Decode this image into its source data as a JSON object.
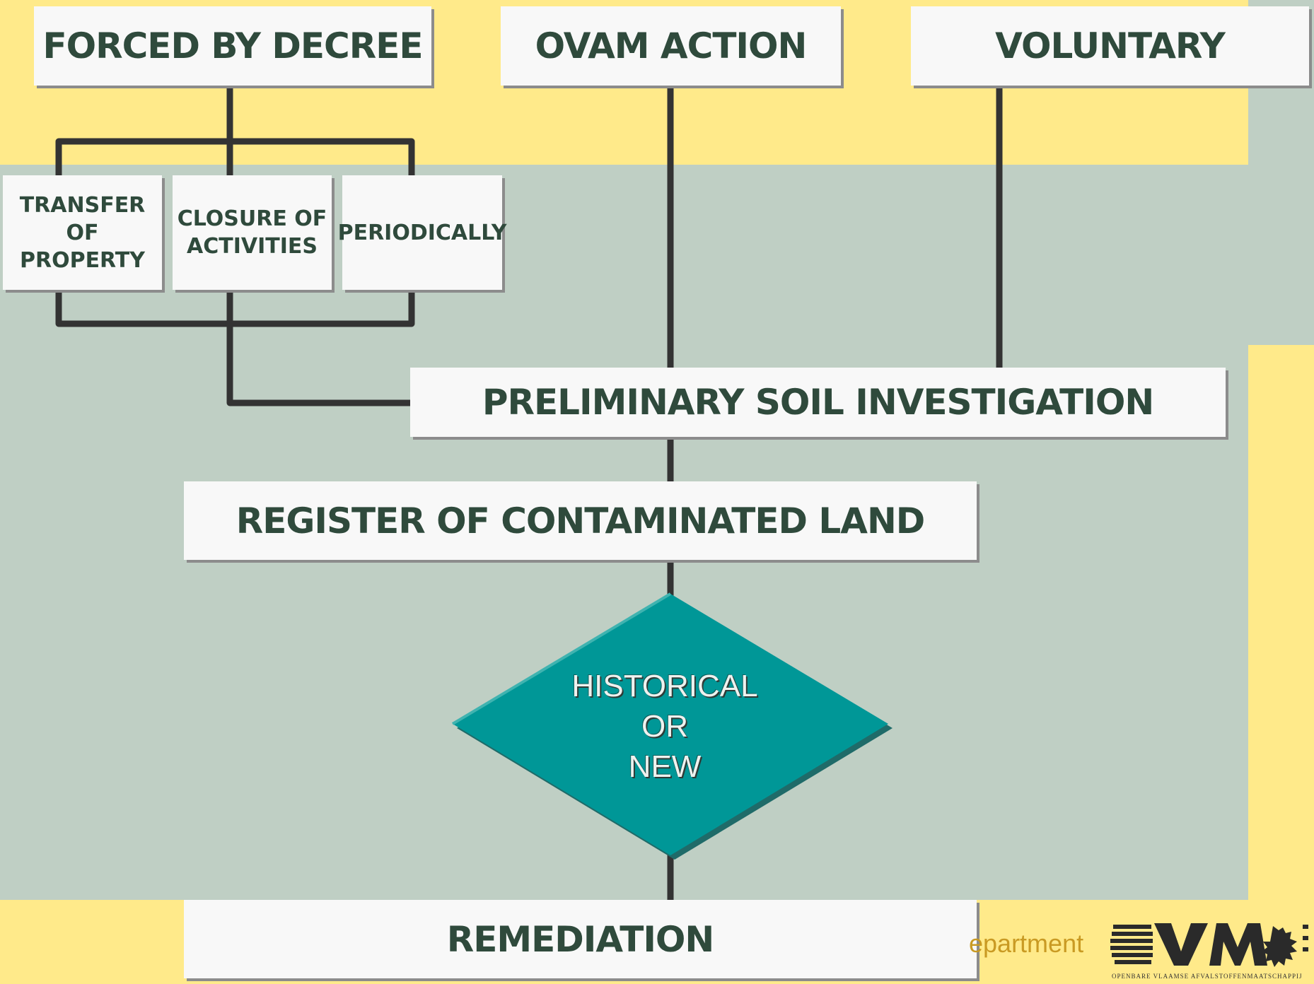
{
  "colors": {
    "background_yellow": "#ffea8a",
    "panel_green": "#bfcfc4",
    "box_fill": "#f8f8f8",
    "box_text": "#2f4a3c",
    "connector": "#333333",
    "diamond_fill": "#009797",
    "footer_text": "#c99a23"
  },
  "sources": {
    "forced_by_decree": "FORCED BY DECREE",
    "ovam_action": "OVAM ACTION",
    "voluntary": "VOLUNTARY"
  },
  "triggers": {
    "transfer_of_property": "TRANSFER OF\nPROPERTY",
    "closure_of_activities": "CLOSURE OF\nACTIVITIES",
    "periodically": "PERIODICALLY"
  },
  "steps": {
    "preliminary_soil_investigation": "PRELIMINARY SOIL INVESTIGATION",
    "register_of_contaminated_land": "REGISTER OF CONTAMINATED LAND",
    "decision": "HISTORICAL\nOR\nNEW",
    "remediation": "REMEDIATION"
  },
  "footer": {
    "department_fragment": "epartment",
    "logo_icon": "ovam-logo-icon",
    "lion_icon": "flemish-lion-icon",
    "logo_caption": "OPENBARE VLAAMSE AFVALSTOFFENMAATSCHAPPIJ"
  }
}
